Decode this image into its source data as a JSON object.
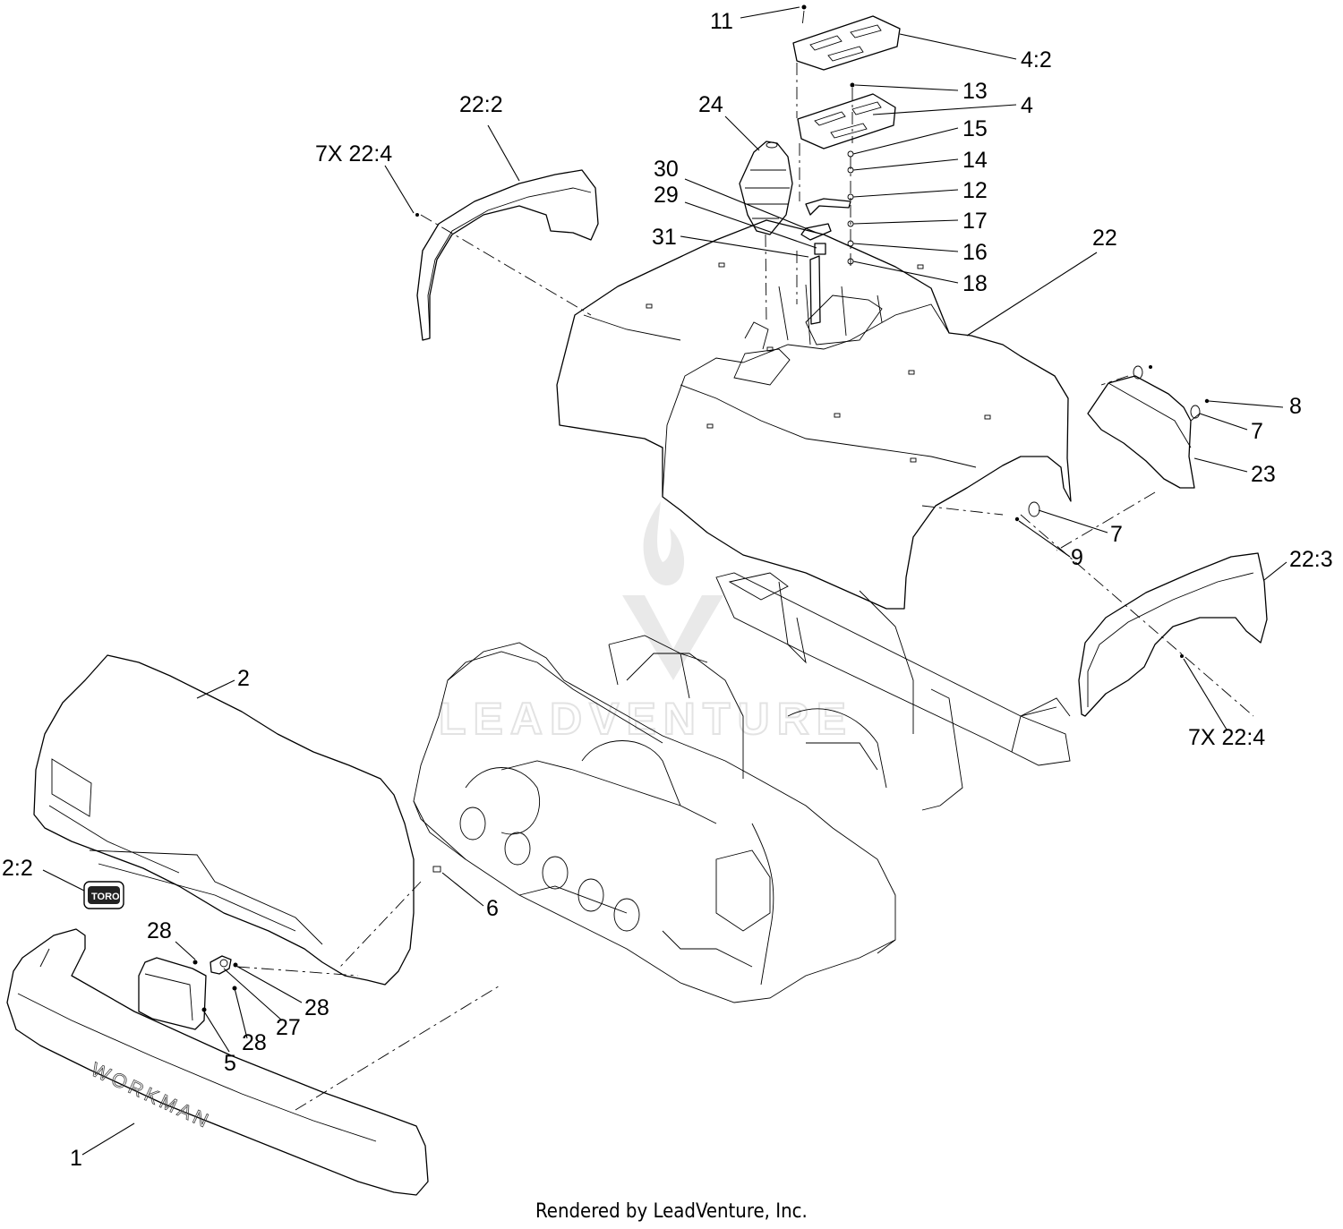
{
  "callouts": [
    {
      "id": "c-11",
      "label": "11"
    },
    {
      "id": "c-4-2",
      "label": "4:2"
    },
    {
      "id": "c-13",
      "label": "13"
    },
    {
      "id": "c-4",
      "label": "4"
    },
    {
      "id": "c-15",
      "label": "15"
    },
    {
      "id": "c-14",
      "label": "14"
    },
    {
      "id": "c-12",
      "label": "12"
    },
    {
      "id": "c-17",
      "label": "17"
    },
    {
      "id": "c-16",
      "label": "16"
    },
    {
      "id": "c-18",
      "label": "18"
    },
    {
      "id": "c-24",
      "label": "24"
    },
    {
      "id": "c-30",
      "label": "30"
    },
    {
      "id": "c-29",
      "label": "29"
    },
    {
      "id": "c-31",
      "label": "31"
    },
    {
      "id": "c-22-2",
      "label": "22:2"
    },
    {
      "id": "c-7x-22-4-left",
      "label": "7X 22:4"
    },
    {
      "id": "c-22",
      "label": "22"
    },
    {
      "id": "c-8",
      "label": "8"
    },
    {
      "id": "c-7-upper",
      "label": "7"
    },
    {
      "id": "c-23",
      "label": "23"
    },
    {
      "id": "c-7-lower",
      "label": "7"
    },
    {
      "id": "c-9",
      "label": "9"
    },
    {
      "id": "c-22-3",
      "label": "22:3"
    },
    {
      "id": "c-7x-22-4-right",
      "label": "7X 22:4"
    },
    {
      "id": "c-2",
      "label": "2"
    },
    {
      "id": "c-2-2",
      "label": "2:2"
    },
    {
      "id": "c-6",
      "label": "6"
    },
    {
      "id": "c-28-a",
      "label": "28"
    },
    {
      "id": "c-28-b",
      "label": "28"
    },
    {
      "id": "c-27",
      "label": "27"
    },
    {
      "id": "c-28-c",
      "label": "28"
    },
    {
      "id": "c-5",
      "label": "5"
    },
    {
      "id": "c-1",
      "label": "1"
    }
  ],
  "bumper_logo": "WORKMAN",
  "badge_logo": "TORO",
  "watermark": "LEADVENTURE",
  "footer": "Rendered by LeadVenture, Inc.",
  "colors": {
    "line": "#000000",
    "background": "#ffffff",
    "watermark": "#e6e6e6"
  }
}
